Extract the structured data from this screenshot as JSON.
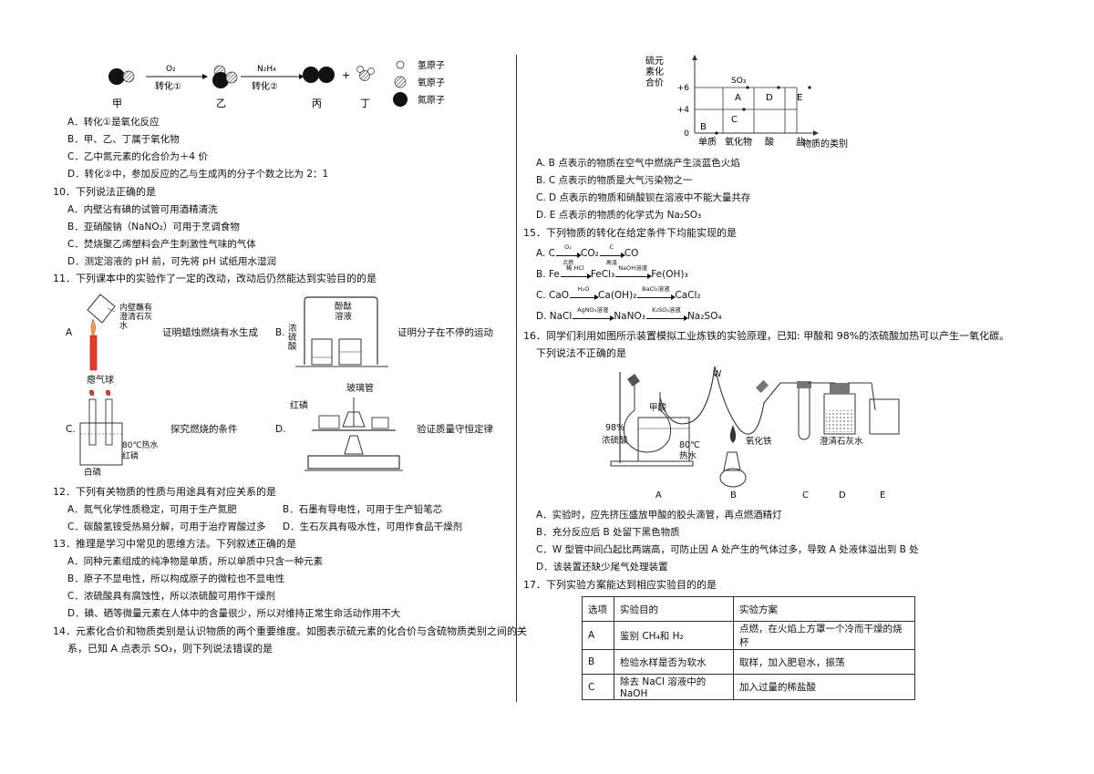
{
  "q9_diagram": {
    "step1_reagent": "O₂",
    "step1_label": "转化①",
    "step2_reagent": "N₂H₄",
    "step2_label": "转化②",
    "plus": "+",
    "labels": [
      "甲",
      "乙",
      "丙",
      "丁"
    ],
    "legend": [
      "氢原子",
      "氧原子",
      "氮原子"
    ]
  },
  "q9_options": [
    "A．转化①是氧化反应",
    "B．甲、乙、丁属于氧化物",
    "C．乙中氮元素的化合价为＋4 价",
    "D．转化②中，参加反应的乙与生成丙的分子个数之比为 2：1"
  ],
  "q10": {
    "stem": "10．下列说法正确的是",
    "options": [
      "A．内壁沾有碘的试管可用酒精清洗",
      "B．亚硝酸钠（NaNO₂）可用于烹调食物",
      "C．焚烧聚乙烯塑料会产生刺激性气味的气体",
      "D．测定溶液的 pH 前，可先将 pH 试纸用水湿润"
    ]
  },
  "q11": {
    "stem": "11．下列课本中的实验作了一定的改动，改动后仍然能达到实验目的的是",
    "A": {
      "letter": "A",
      "label": "内壁蘸有澄清石灰水",
      "text": "证明蜡烛燃烧有水生成"
    },
    "B": {
      "letter": "B.",
      "label1": "酚酞溶液",
      "label2": "浓硫酸",
      "text": "证明分子在不停的运动"
    },
    "C": {
      "letter": "C.",
      "label1": "瘪气球",
      "label2": "80℃热水",
      "label3": "红磷",
      "label4": "白磷",
      "text": "探究燃烧的条件"
    },
    "D": {
      "letter": "D.",
      "label1": "红磷",
      "label2": "玻璃管",
      "text": "验证质量守恒定律"
    }
  },
  "q12": {
    "stem": "12．下列有关物质的性质与用途具有对应关系的是",
    "options": [
      "A．氮气化学性质稳定，可用于生产氮肥",
      "B．石墨有导电性，可用于生产铅笔芯",
      "C．碳酸氢铵受热易分解，可用于治疗胃酸过多",
      "D．生石灰具有吸水性，可用作食品干燥剂"
    ]
  },
  "q13": {
    "stem": "13．推理是学习中常见的思维方法。下列叙述正确的是",
    "options": [
      "A．同种元素组成的纯净物是单质，所以单质中只含一种元素",
      "B．原子不显电性，所以构成原子的微粒也不显电性",
      "C．浓硫酸具有腐蚀性，所以浓硫酸可用作干燥剂",
      "D．碘、硒等微量元素在人体中的含量很少，所以对维持正常生命活动作用不大"
    ]
  },
  "q14": {
    "stem1": "14．元素化合价和物质类别是认识物质的两个重要维度。如图表示硫元素的化合价与含硫物质类别之间的关",
    "stem2": "系，已知 A 点表示 SO₃，则下列说法错误的是",
    "options": [
      "A. B 点表示的物质在空气中燃烧产生淡蓝色火焰",
      "B. C 点表示的物质是大气污染物之一",
      "C. D 点表示的物质和硝酸钡在溶液中不能大量共存",
      "D. E 点表示的物质的化学式为 Na₂SO₃"
    ]
  },
  "chart_data": {
    "type": "scatter",
    "ylabel": "硫元素化合价",
    "xlabel": "物质的类别",
    "categories": [
      "单质",
      "氧化物",
      "酸",
      "盐"
    ],
    "y_ticks": [
      "+6",
      "+4",
      "0"
    ],
    "annotation": "SO₃",
    "points": [
      {
        "label": "A",
        "x": "氧化物",
        "y": 6
      },
      {
        "label": "B",
        "x": "单质",
        "y": 0
      },
      {
        "label": "C",
        "x": "氧化物",
        "y": 4
      },
      {
        "label": "D",
        "x": "酸",
        "y": 6
      },
      {
        "label": "E",
        "x": "盐",
        "y": 6
      }
    ]
  },
  "q15": {
    "stem": "15．下列物质的转化在给定条件下均能实现的是",
    "A": {
      "p": "A. C",
      "r1": "O₂",
      "r1b": "点燃",
      "m": "CO₂",
      "r2": "C",
      "r2b": "高温",
      "e": "CO"
    },
    "B": {
      "p": "B. Fe",
      "r1": "稀 HCl",
      "m": "FeCl₃",
      "r2": "NaOH溶液",
      "e": "Fe(OH)₃"
    },
    "C": {
      "p": "C. CaO",
      "r1": "H₂O",
      "m": "Ca(OH)₂",
      "r2": "BaCl₂溶液",
      "e": "CaCl₂"
    },
    "D": {
      "p": "D. NaCl",
      "r1": "AgNO₃溶液",
      "m": "NaNO₃",
      "r2": "K₂SO₄溶液",
      "e": "Na₂SO₄"
    }
  },
  "q16": {
    "stem1": "16．同学们利用如图所示装置模拟工业炼铁的实验原理，已知: 甲酸和 98%的浓硫酸加热可以产生一氧化碳。",
    "stem2": "下列说法不正确的是",
    "labels": {
      "formic": "甲酸",
      "acid1": "98%",
      "acid2": "浓硫酸",
      "water1": "80℃",
      "water2": "热水",
      "w": "W",
      "iron": "氧化铁",
      "lime": "澄清石灰水",
      "A": "A",
      "B": "B",
      "C": "C",
      "D": "D",
      "E": "E"
    },
    "options": [
      "A．实验时，应先挤压盛放甲酸的胶头滴管，再点燃酒精灯",
      "B．充分反应后 B 处留下黑色物质",
      "C．W 型管中间凸起比两端高，可防止因 A 处产生的气体过多，导致 A 处液体溢出到 B 处",
      "D．该装置还缺少尾气处理装置"
    ]
  },
  "q17": {
    "stem": "17．下列实验方案能达到相应实验目的的是",
    "headers": [
      "选项",
      "实验目的",
      "实验方案"
    ],
    "rows": [
      [
        "A",
        "鉴别 CH₄和 H₂",
        "点燃，在火焰上方罩一个冷而干燥的烧杯"
      ],
      [
        "B",
        "检验水样是否为软水",
        "取样，加入肥皂水，振荡"
      ],
      [
        "C",
        "除去 NaCl 溶液中的 NaOH",
        "加入过量的稀盐酸"
      ]
    ]
  }
}
